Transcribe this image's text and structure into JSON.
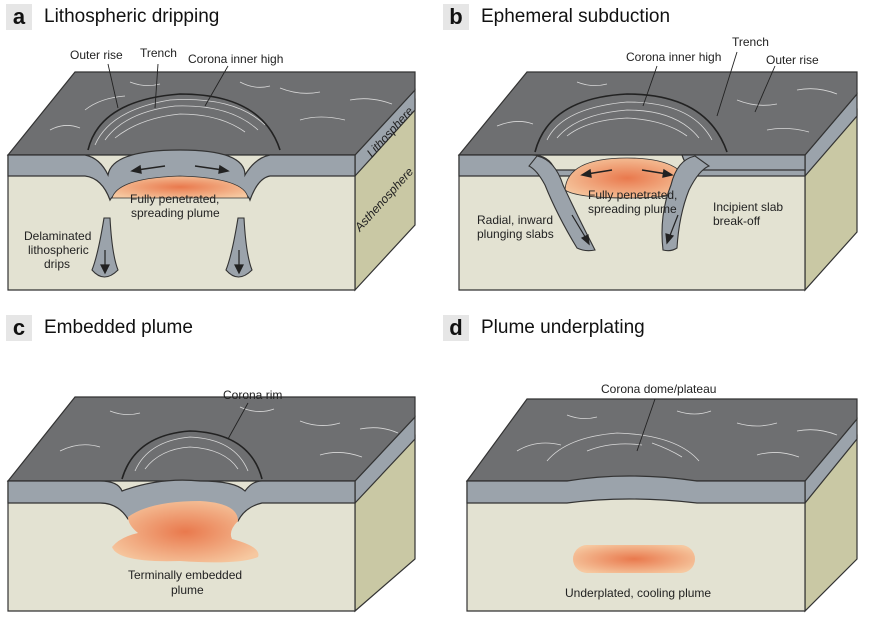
{
  "panels": {
    "a": {
      "letter": "a",
      "title": "Lithospheric dripping",
      "labels": {
        "outer_rise": "Outer rise",
        "trench": "Trench",
        "inner_high": "Corona inner high",
        "lithosphere": "Lithosphere",
        "asthenosphere": "Asthenosphere",
        "plume_line1": "Fully penetrated,",
        "plume_line2": "spreading plume",
        "drips_line1": "Delaminated",
        "drips_line2": "lithospheric",
        "drips_line3": "drips"
      }
    },
    "b": {
      "letter": "b",
      "title": "Ephemeral subduction",
      "labels": {
        "inner_high": "Corona inner high",
        "trench": "Trench",
        "outer_rise": "Outer rise",
        "plume_line1": "Fully penetrated,",
        "plume_line2": "spreading plume",
        "slabs_line1": "Radial, inward",
        "slabs_line2": "plunging slabs",
        "breakoff_line1": "Incipient slab",
        "breakoff_line2": "break-off"
      }
    },
    "c": {
      "letter": "c",
      "title": "Embedded plume",
      "labels": {
        "rim": "Corona rim",
        "plume_line1": "Terminally embedded",
        "plume_line2": "plume"
      }
    },
    "d": {
      "letter": "d",
      "title": "Plume underplating",
      "labels": {
        "dome": "Corona dome/plateau",
        "plume": "Underplated, cooling plume"
      }
    }
  },
  "colors": {
    "surface": "#6e6f71",
    "lithosphere": "#9ba3ab",
    "asthenosphere": "#e3e2d2",
    "side": "#c9c8a4",
    "plume_core": "#e98a5a",
    "plume_edge": "#f5c39a",
    "fracture": "#d9d9d9"
  }
}
